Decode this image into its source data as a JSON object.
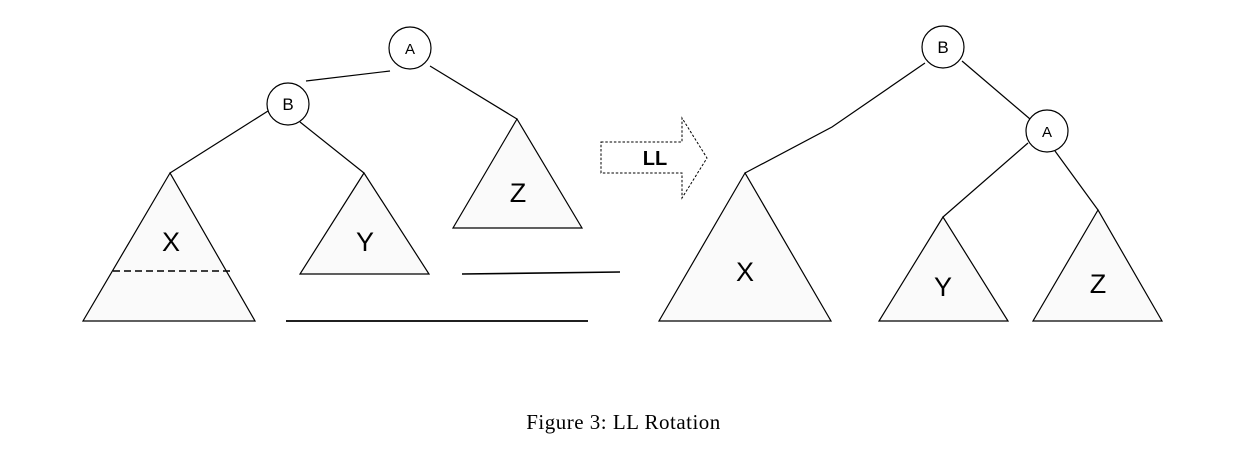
{
  "left_tree": {
    "root_label": "A",
    "child_label": "B",
    "subtree_x": "X",
    "subtree_y": "Y",
    "subtree_z": "Z"
  },
  "transform": {
    "label": "LL"
  },
  "right_tree": {
    "root_label": "B",
    "child_label": "A",
    "subtree_x": "X",
    "subtree_y": "Y",
    "subtree_z": "Z"
  },
  "caption": "Figure 3: LL Rotation",
  "colors": {
    "stroke": "#000000",
    "triangle_fill": "#fafafa",
    "node_fill": "#ffffff"
  }
}
